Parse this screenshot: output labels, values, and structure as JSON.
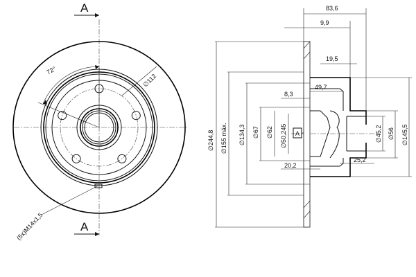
{
  "front_view": {
    "section_marker_top": "A",
    "section_marker_bottom": "A",
    "angle_label": "72°",
    "pcd_label": "∅112",
    "thread_label": "(5x)M14x1,5"
  },
  "section_view": {
    "dims_top": {
      "overall_width": "83,6",
      "offset": "9,9",
      "flange_offset": "19,5",
      "hub_depth": "49,7",
      "flange_thickness": "8,3"
    },
    "dims_bottom": {
      "hub_inner": "20,2",
      "hub_outer": "25,2"
    },
    "dims_left": {
      "outer_diameter": "∅244,8",
      "min_diameter": "∅155 máx.",
      "d134": "∅134,3",
      "d67": "∅67",
      "d62": "∅62",
      "d50": "∅50,245"
    },
    "dims_right": {
      "d45": "∅45,2",
      "d56": "∅56",
      "d145": "∅145,5"
    },
    "datum_label": "A"
  }
}
